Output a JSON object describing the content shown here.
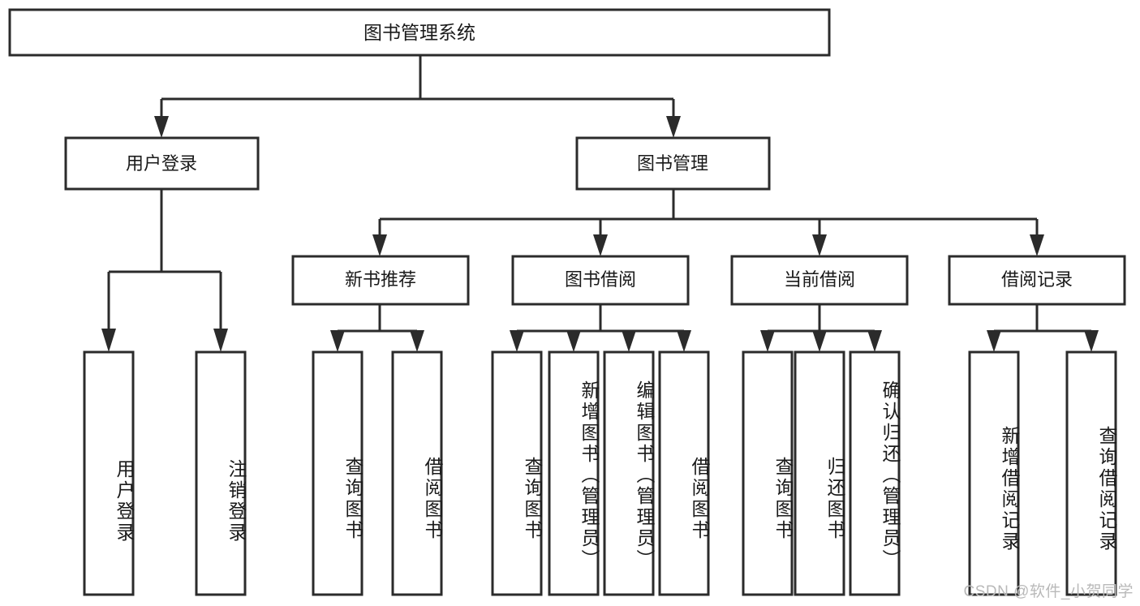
{
  "diagram": {
    "type": "tree-hierarchy",
    "title": "图书管理系统",
    "root": {
      "label": "图书管理系统",
      "id": "root-system"
    },
    "level1": [
      {
        "id": "user-login",
        "label": "用户登录"
      },
      {
        "id": "book-management",
        "label": "图书管理"
      }
    ],
    "level2": [
      {
        "id": "new-book-recommend",
        "label": "新书推荐",
        "parent": "book-management"
      },
      {
        "id": "book-borrow",
        "label": "图书借阅",
        "parent": "book-management"
      },
      {
        "id": "current-borrow",
        "label": "当前借阅",
        "parent": "book-management"
      },
      {
        "id": "borrow-record",
        "label": "借阅记录",
        "parent": "book-management"
      }
    ],
    "leaves": {
      "user-login": [
        {
          "id": "leaf-user-login",
          "label": "用户登录"
        },
        {
          "id": "leaf-user-logout",
          "label": "注销登录"
        }
      ],
      "new-book-recommend": [
        {
          "id": "leaf-query-book-1",
          "label": "查询图书"
        },
        {
          "id": "leaf-borrow-book-1",
          "label": "借阅图书"
        }
      ],
      "book-borrow": [
        {
          "id": "leaf-query-book-2",
          "label": "查询图书"
        },
        {
          "id": "leaf-add-book",
          "label": "新增图书（管理员）"
        },
        {
          "id": "leaf-edit-book",
          "label": "编辑图书（管理员）"
        },
        {
          "id": "leaf-borrow-book-2",
          "label": "借阅图书"
        }
      ],
      "current-borrow": [
        {
          "id": "leaf-query-book-3",
          "label": "查询图书"
        },
        {
          "id": "leaf-return-book",
          "label": "归还图书"
        },
        {
          "id": "leaf-confirm-return",
          "label": "确认归还（管理员）"
        }
      ],
      "borrow-record": [
        {
          "id": "leaf-add-record",
          "label": "新增借阅记录"
        },
        {
          "id": "leaf-query-record",
          "label": "查询借阅记录"
        }
      ]
    }
  },
  "watermark": {
    "text": "CSDN @软件_小贺同学"
  },
  "colors": {
    "box_stroke": "#2b2b2b",
    "box_fill": "#ffffff",
    "text": "#1a1a1a",
    "background": "#ffffff",
    "watermark": "#b9b9b9"
  }
}
